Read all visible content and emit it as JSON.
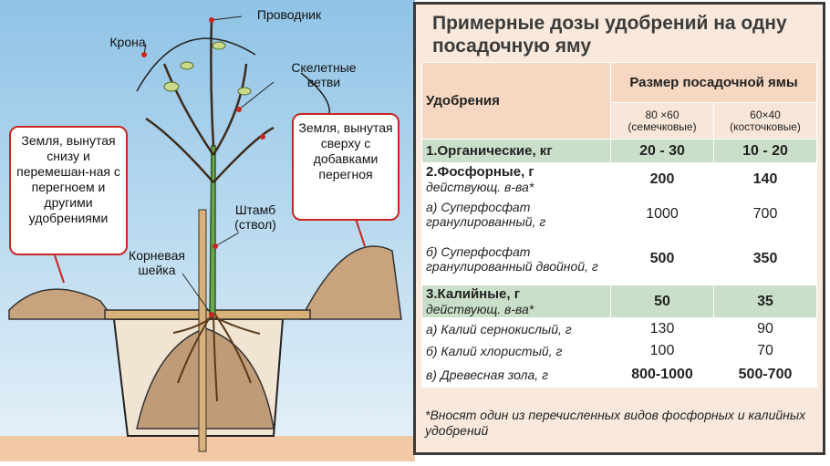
{
  "diagram": {
    "labels": {
      "provodnik": "Проводник",
      "krona": "Крона",
      "skeletal": "Скелетные ветви",
      "shtamb": "Штамб (ствол)",
      "kornevaya": "Корневая шейка"
    },
    "bubbles": {
      "left": "Земля, вынутая снизу и перемешан-ная с перегноем и другими удобрениями",
      "right": "Земля, вынутая сверху с добавками перегноя"
    }
  },
  "table": {
    "title": "Примерные дозы удобрений на одну посадочную яму",
    "header_fertilizer": "Удобрения",
    "header_size": "Размер посадочной ямы",
    "col1_size": "80 ×60",
    "col1_type": "(семечковые)",
    "col2_size": "60×40",
    "col2_type": "(косточковые)",
    "rows": [
      {
        "name": "1.Органические, кг",
        "note": "",
        "v1": "20 - 30",
        "v2": "10 - 20"
      },
      {
        "name": "2.Фосфорные, г",
        "note": "действующ. в-ва*",
        "v1": "200",
        "v2": "140"
      },
      {
        "name": "а) Суперфосфат гранулированный, г",
        "note": "",
        "v1": "1000",
        "v2": "700"
      },
      {
        "name": "б) Суперфосфат гранулированный двойной, г",
        "note": "",
        "v1": "500",
        "v2": "350"
      },
      {
        "name": "3.Калийные, г",
        "note": "действующ. в-ва*",
        "v1": "50",
        "v2": "35"
      },
      {
        "name": "а) Калий сернокислый, г",
        "note": "",
        "v1": "130",
        "v2": "90"
      },
      {
        "name": "б) Калий хлористый, г",
        "note": "",
        "v1": "100",
        "v2": "70"
      },
      {
        "name": "в) Древесная зола, г",
        "note": "",
        "v1": "800-1000",
        "v2": "500-700"
      }
    ],
    "footnote": "*Вносят один из перечисленных видов фосфорных и калийных удобрений"
  }
}
